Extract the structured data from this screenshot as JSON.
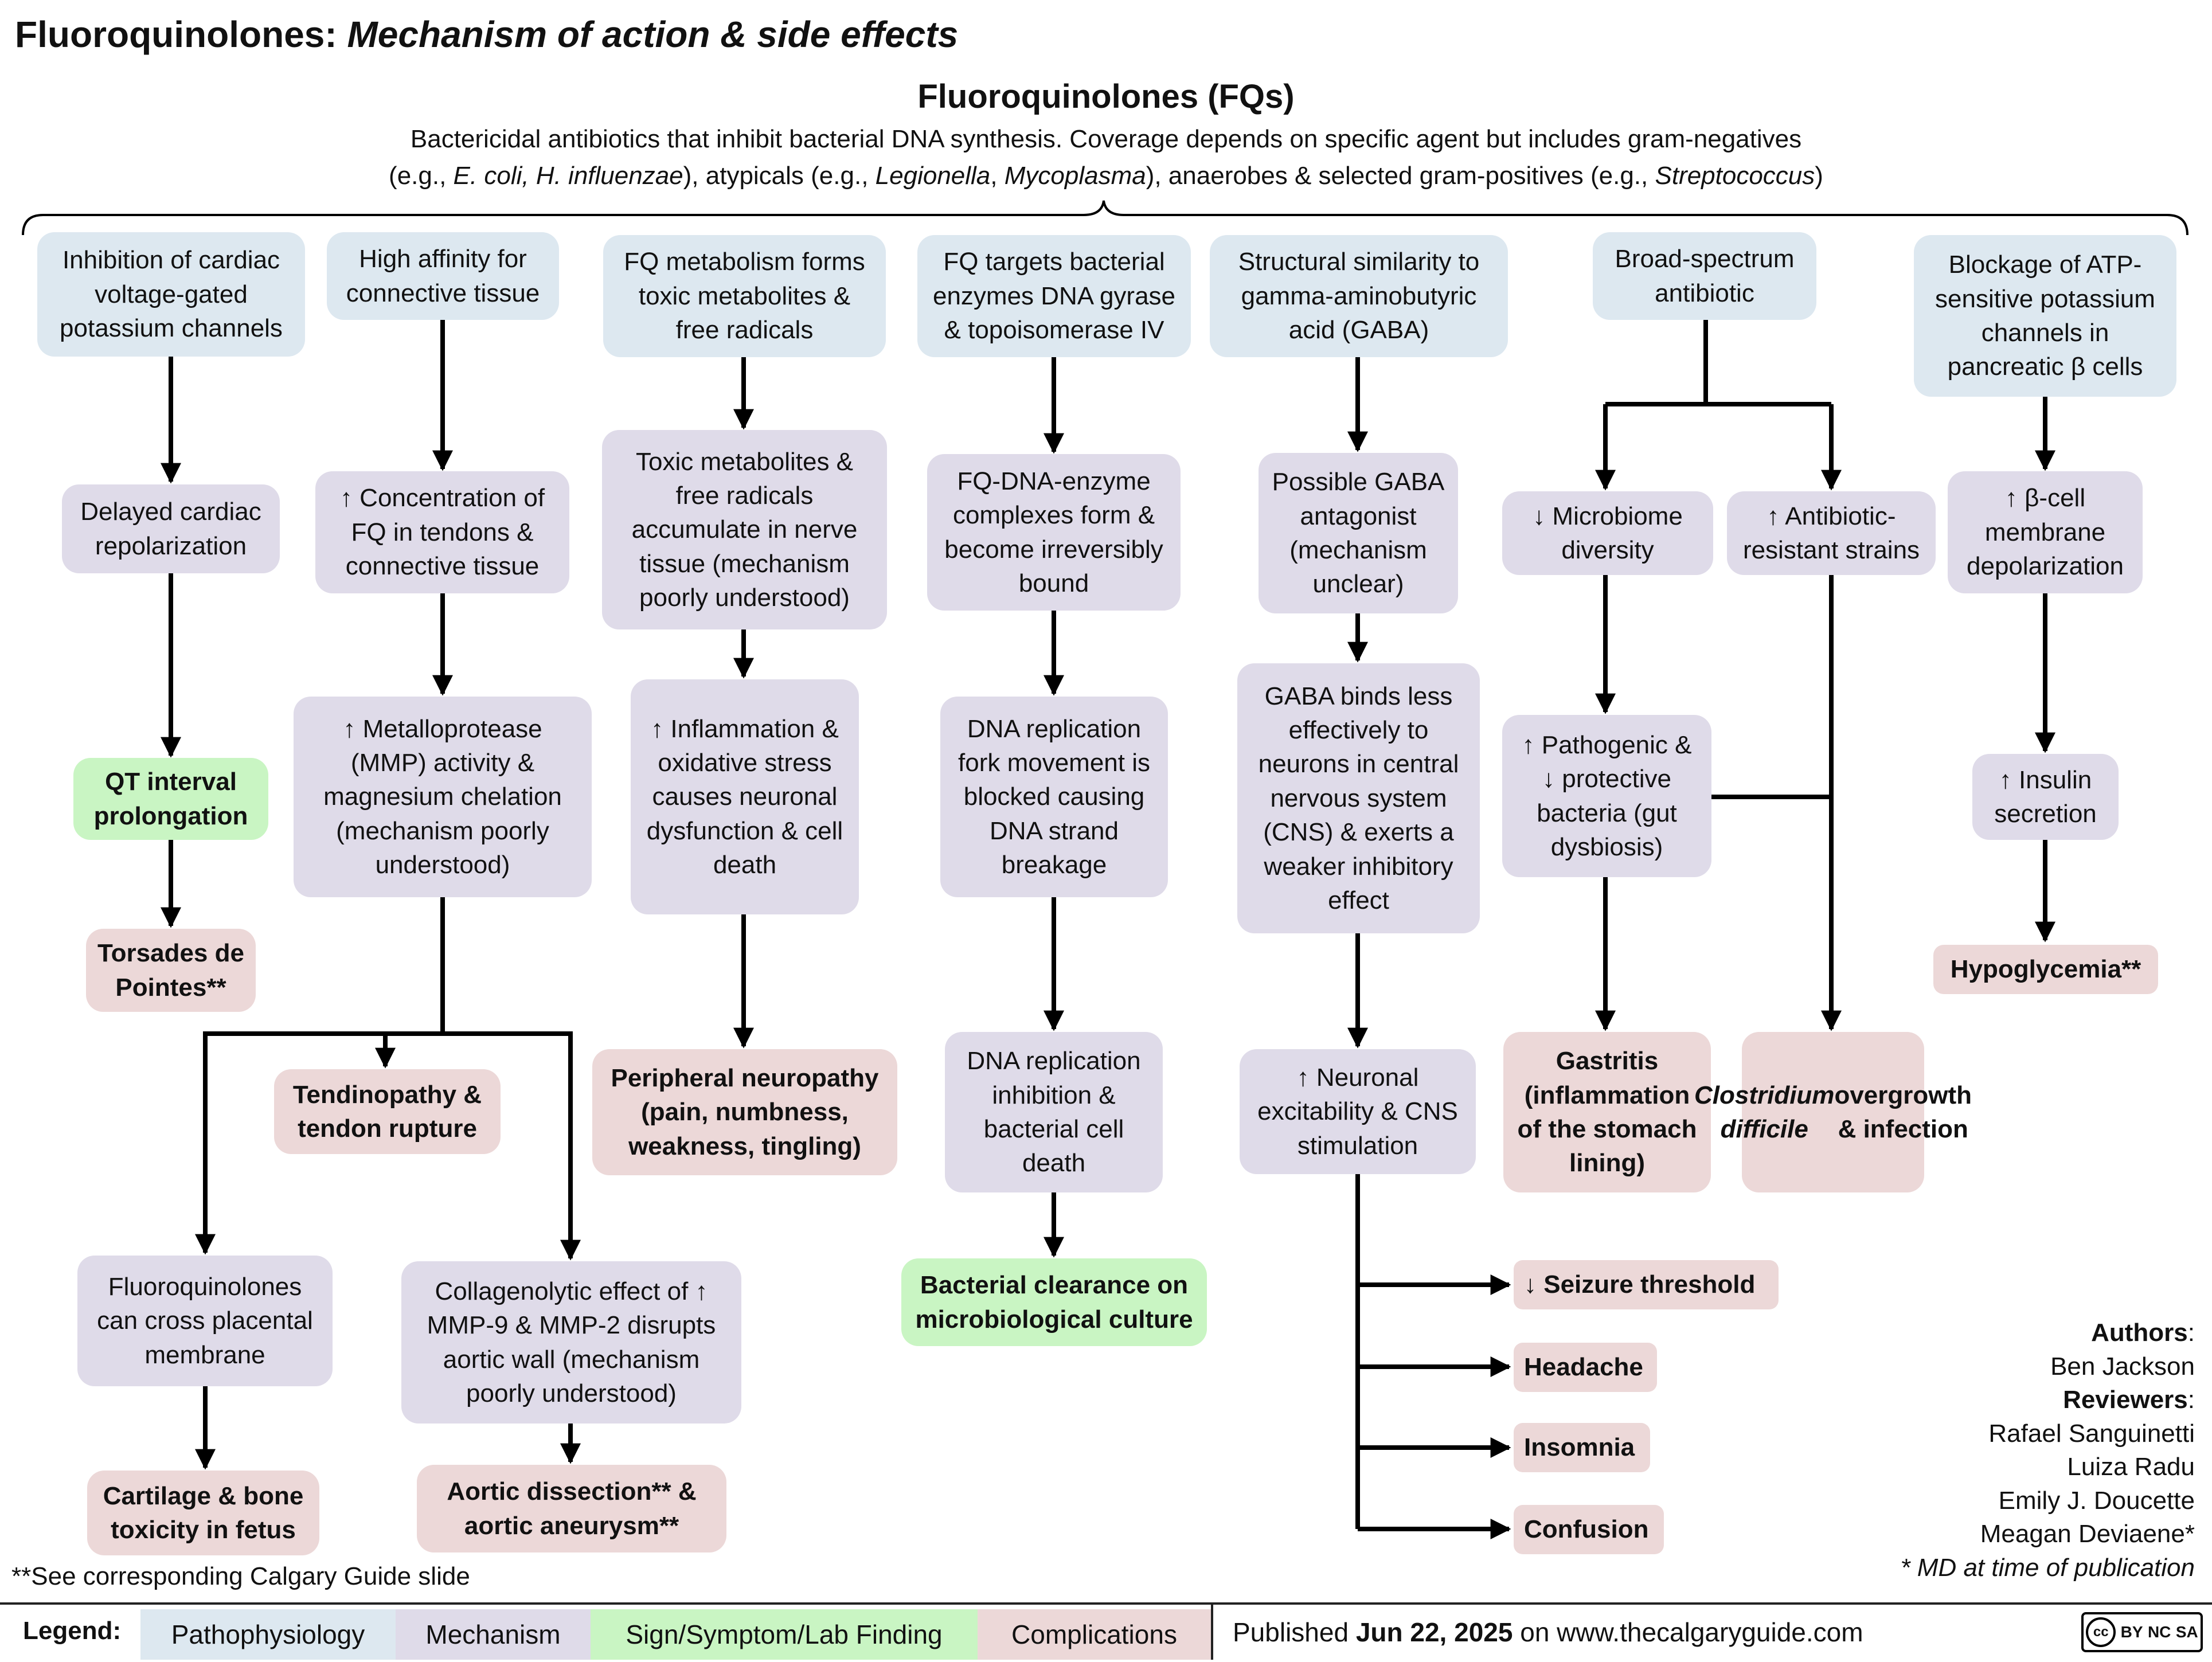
{
  "title": {
    "main": "Fluoroquinolones:",
    "sub": "Mechanism of action & side effects"
  },
  "heading": "Fluoroquinolones (FQs)",
  "description": {
    "line1": "Bactericidal antibiotics that inhibit bacterial DNA synthesis. Coverage depends on specific agent but includes gram-negatives",
    "line2_a": "(e.g., ",
    "line2_b": "E. coli, H. influenzae",
    "line2_c": "), atypicals (e.g., ",
    "line2_d": "Legionella",
    "line2_e": ", ",
    "line2_f": "Mycoplasma",
    "line2_g": "), anaerobes & selected gram-positives (e.g., ",
    "line2_h": "Streptococcus",
    "line2_i": ")"
  },
  "boxes": {
    "cardiac_inhib": "Inhibition of cardiac voltage-gated potassium channels",
    "delayed_repol": "Delayed cardiac repolarization",
    "qt": "QT interval prolongation",
    "torsades": "Torsades de Pointes**",
    "affinity": "High affinity for connective tissue",
    "concentration": "↑ Concentration of FQ in tendons & connective tissue",
    "mmp": "↑ Metalloprotease (MMP) activity & magnesium chelation (mechanism poorly understood)",
    "tendinopathy": "Tendinopathy & tendon rupture",
    "placental": "Fluoroquinolones can cross placental membrane",
    "cartilage": "Cartilage & bone toxicity in fetus",
    "collagenolytic": "Collagenolytic effect of ↑ MMP-9 & MMP-2 disrupts aortic wall (mechanism poorly understood)",
    "aortic": "Aortic dissection** & aortic aneurysm**",
    "metabolism": "FQ metabolism forms toxic metabolites & free radicals",
    "toxic_accum": "Toxic metabolites & free radicals accumulate in nerve tissue (mechanism poorly understood)",
    "inflammation": "↑ Inflammation & oxidative stress causes neuronal dysfunction & cell death",
    "neuropathy": "Peripheral neuropathy (pain, numbness, weakness, tingling)",
    "targets": "FQ targets bacterial enzymes DNA gyrase & topoisomerase IV",
    "complexes": "FQ-DNA-enzyme complexes form & become irreversibly bound",
    "fork": "DNA replication fork movement is blocked causing DNA strand breakage",
    "replication_inhib": "DNA replication inhibition & bacterial cell death",
    "clearance": "Bacterial clearance on microbiological culture",
    "gaba_sim": "Structural similarity to gamma-aminobutyric acid (GABA)",
    "gaba_antag": "Possible GABA antagonist (mechanism unclear)",
    "gaba_binds": "GABA binds less effectively to neurons in central nervous system (CNS) & exerts a weaker inhibitory effect",
    "neuronal": "↑ Neuronal excitability & CNS stimulation",
    "seizure": "↓ Seizure threshold",
    "headache": "Headache",
    "insomnia": "Insomnia",
    "confusion": "Confusion",
    "broad": "Broad-spectrum antibiotic",
    "microbiome": "↓ Microbiome diversity",
    "resistant": "↑ Antibiotic-resistant strains",
    "pathogenic": "↑ Pathogenic & ↓ protective bacteria (gut dysbiosis)",
    "gastritis": "Gastritis (inflammation of the stomach lining)",
    "cdiff_a": "Clostridium difficile",
    "cdiff_b": "overgrowth & infection",
    "atp": "Blockage of ATP-sensitive potassium channels in pancreatic β cells",
    "depol": "↑ β-cell membrane depolarization",
    "insulin": "↑ Insulin secretion",
    "hypoglycemia": "Hypoglycemia**"
  },
  "footnote": "**See corresponding Calgary Guide slide",
  "authors": {
    "authors_label": "Authors",
    "author1": "Ben Jackson",
    "reviewers_label": "Reviewers",
    "reviewer1": "Rafael Sanguinetti",
    "reviewer2": "Luiza Radu",
    "reviewer3": "Emily J. Doucette",
    "reviewer4": "Meagan Deviaene*",
    "md_note": "* MD at time of publication"
  },
  "legend": {
    "label": "Legend:",
    "pathophysiology": "Pathophysiology",
    "mechanism": "Mechanism",
    "sign": "Sign/Symptom/Lab Finding",
    "complications": "Complications"
  },
  "published": {
    "prefix": "Published ",
    "date": "Jun 22, 2025",
    "suffix": " on www.thecalgaryguide.com"
  },
  "license": {
    "c1": "cc",
    "c2": "BY",
    "c3": "NC",
    "c4": "SA"
  },
  "colors": {
    "pathophysiology": "#dde8f0",
    "mechanism": "#dfdbe9",
    "sign": "#c9f5c3",
    "complications": "#ecd8d8",
    "line": "#000000"
  }
}
